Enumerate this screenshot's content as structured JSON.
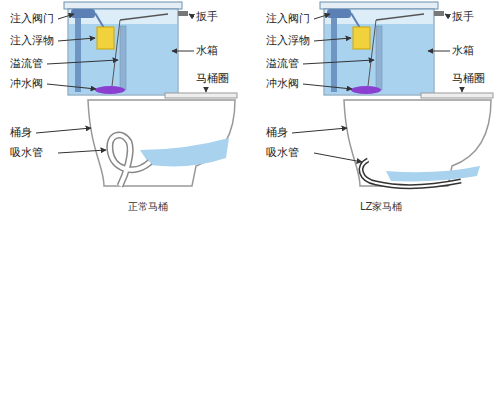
{
  "diagram": {
    "labels": [
      "注入阀门",
      "扳手",
      "注入浮物",
      "水箱",
      "溢流管",
      "马桶圈",
      "冲水阀",
      "桶身",
      "吸水管",
      "正常马桶",
      "注入阀门",
      "扳手",
      "注入浮物",
      "水箱",
      "溢流管",
      "马桶圈",
      "冲水阀",
      "桶身",
      "吸水管",
      "LZ家马桶"
    ]
  }
}
